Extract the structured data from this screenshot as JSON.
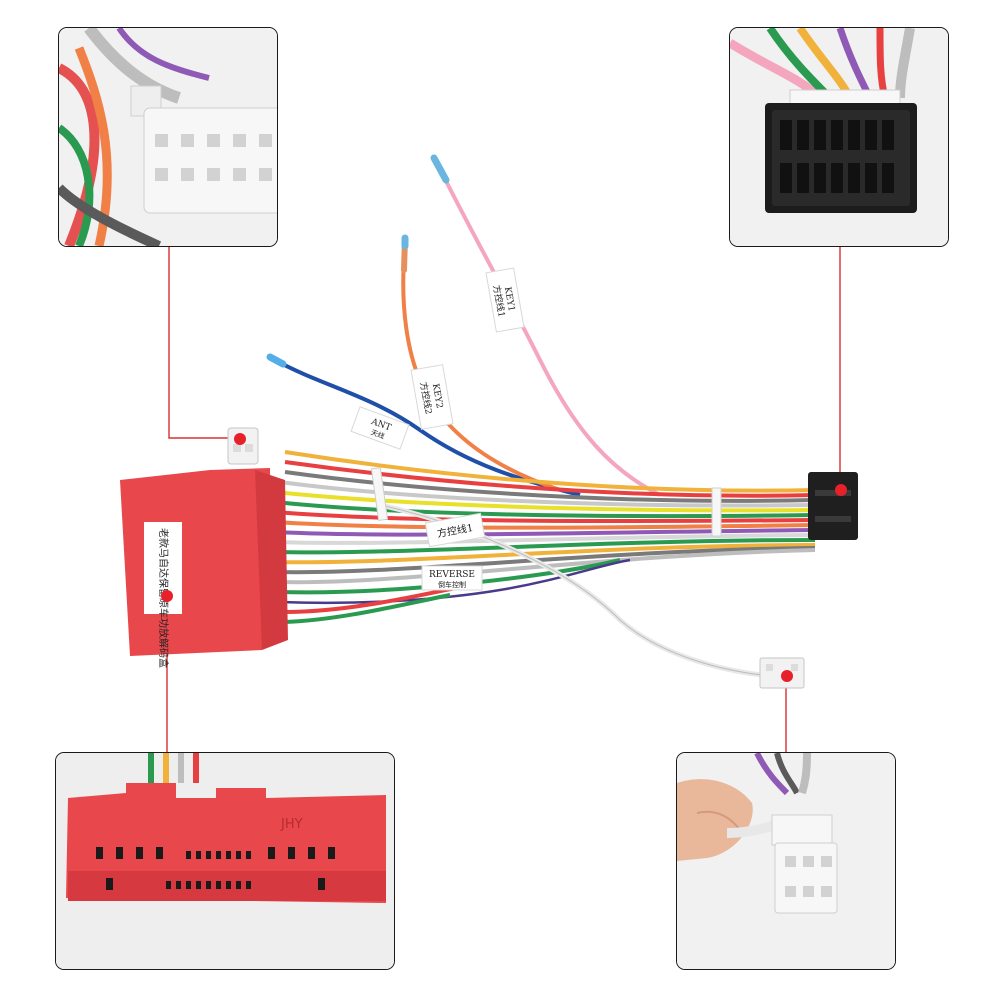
{
  "labels": {
    "key1": "KEY1",
    "key1_cn": "方控线1",
    "key2": "KEY2",
    "key2_cn": "方控线2",
    "ant": "ANT",
    "ant_cn": "天线",
    "key3_cn": "方控线1",
    "reverse": "REVERSE",
    "reverse_cn": "倒车控制",
    "red_box_cn": "老款马自达保留原车功放解码盒",
    "red_connector_mark": "JHY"
  },
  "colors": {
    "callout_red": "#e8202a",
    "harness_red": "#e8474c",
    "leader_line": "#d83030"
  },
  "icons": {
    "top_left_inset": "white-12-pin-connector",
    "top_right_inset": "black-16-pin-iso-connector",
    "bottom_left_inset": "red-canbus-connector",
    "bottom_right_inset": "white-6-pin-connector"
  }
}
